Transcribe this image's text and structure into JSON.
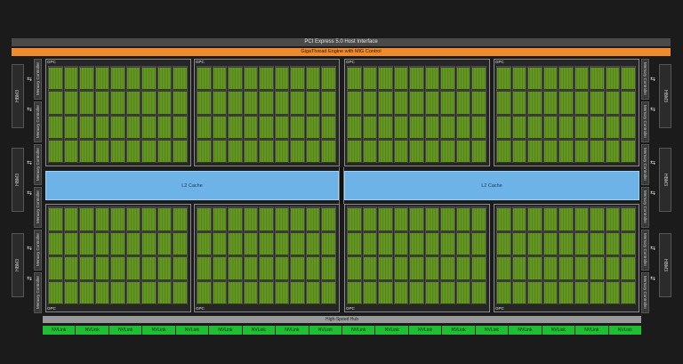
{
  "header": {
    "pcie_label": "PCI Express 5.0 Host Interface",
    "giga_label": "GigaThread Engine with MIG Control"
  },
  "memory": {
    "hbm_label": "HBM3",
    "controller_label": "Memory Controller"
  },
  "gpc_label": "GPC",
  "l2_label": "L2 Cache",
  "hub_label": "High-Speed Hub",
  "nvlink_label": "NVLink",
  "colors": {
    "background": "#1b1b1b",
    "pcie": "#4a4a4a",
    "gigathread": "#f08b2c",
    "l2_cache": "#6db3e8",
    "sm_green": "#6fa324",
    "nvlink": "#1fbf33",
    "hub": "#9a9a9a"
  }
}
